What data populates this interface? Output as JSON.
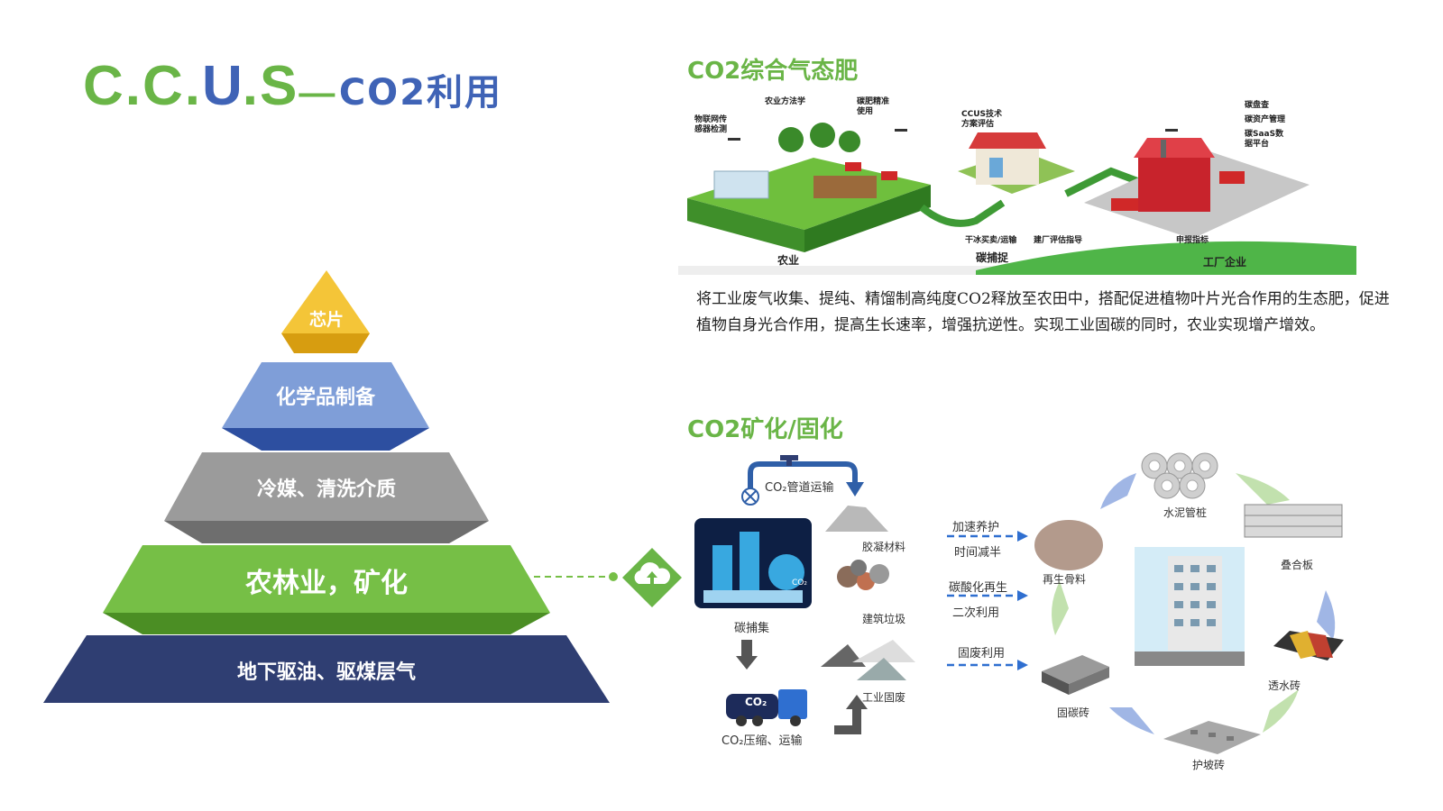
{
  "title": {
    "c": "C.",
    "c2": "C.",
    "u": "U",
    "s": ".S",
    "dash": "—",
    "subtitle": "CO2利用"
  },
  "pyramid": {
    "levels": [
      {
        "label": "芯片",
        "color": "#f4c538"
      },
      {
        "label": "化学品制备",
        "color": "#7f9ed8"
      },
      {
        "label": "冷媒、清洗介质",
        "color": "#9a9a9a"
      },
      {
        "label": "农林业，矿化",
        "color": "#72bb44"
      },
      {
        "label": "地下驱油、驱煤层气",
        "color": "#2f3e72"
      }
    ]
  },
  "section1": {
    "heading": "CO2综合气态肥",
    "illustration_labels": {
      "iot": "物联网传\n感器检测",
      "agri_method": "农业方法学",
      "fert": "碳肥精准\n使用",
      "ccus_eval": "CCUS技术\n方案评估",
      "carbon_inv": "碳盘查",
      "asset_mgmt": "碳资产管理",
      "saas": "碳SaaS数\n据平台",
      "dry_ice": "干冰买卖/运输",
      "plant_eval": "建厂评估指导",
      "report": "申报指标",
      "agri": "农业",
      "capture": "碳捕捉",
      "factory": "工厂企业"
    },
    "description": "将工业废气收集、提纯、精馏制高纯度CO2释放至农田中，搭配促进植物叶片光合作用的生态肥，促进植物自身光合作用，提高生长速率，增强抗逆性。实现工业固碳的同时，农业实现增产增效。"
  },
  "section2": {
    "heading": "CO2矿化/固化",
    "pipeline": "CO₂管道运输",
    "capture": "碳捕集",
    "truck_badge": "CO₂",
    "tank_badge": "CO₂",
    "compress": "CO₂压缩、运输",
    "materials": {
      "cement": "胶凝材料",
      "waste": "建筑垃圾",
      "solid": "工业固废"
    },
    "processes": [
      {
        "top": "加速养护",
        "bottom": "时间减半"
      },
      {
        "top": "碳酸化再生",
        "bottom": "二次利用"
      },
      {
        "top": "固废利用",
        "bottom": ""
      }
    ],
    "products": {
      "aggregate": "再生骨料",
      "pipe_pile": "水泥管桩",
      "laminate": "叠合板",
      "permeable": "透水砖",
      "slope": "护坡砖",
      "carbon_brick": "固碳砖"
    }
  }
}
